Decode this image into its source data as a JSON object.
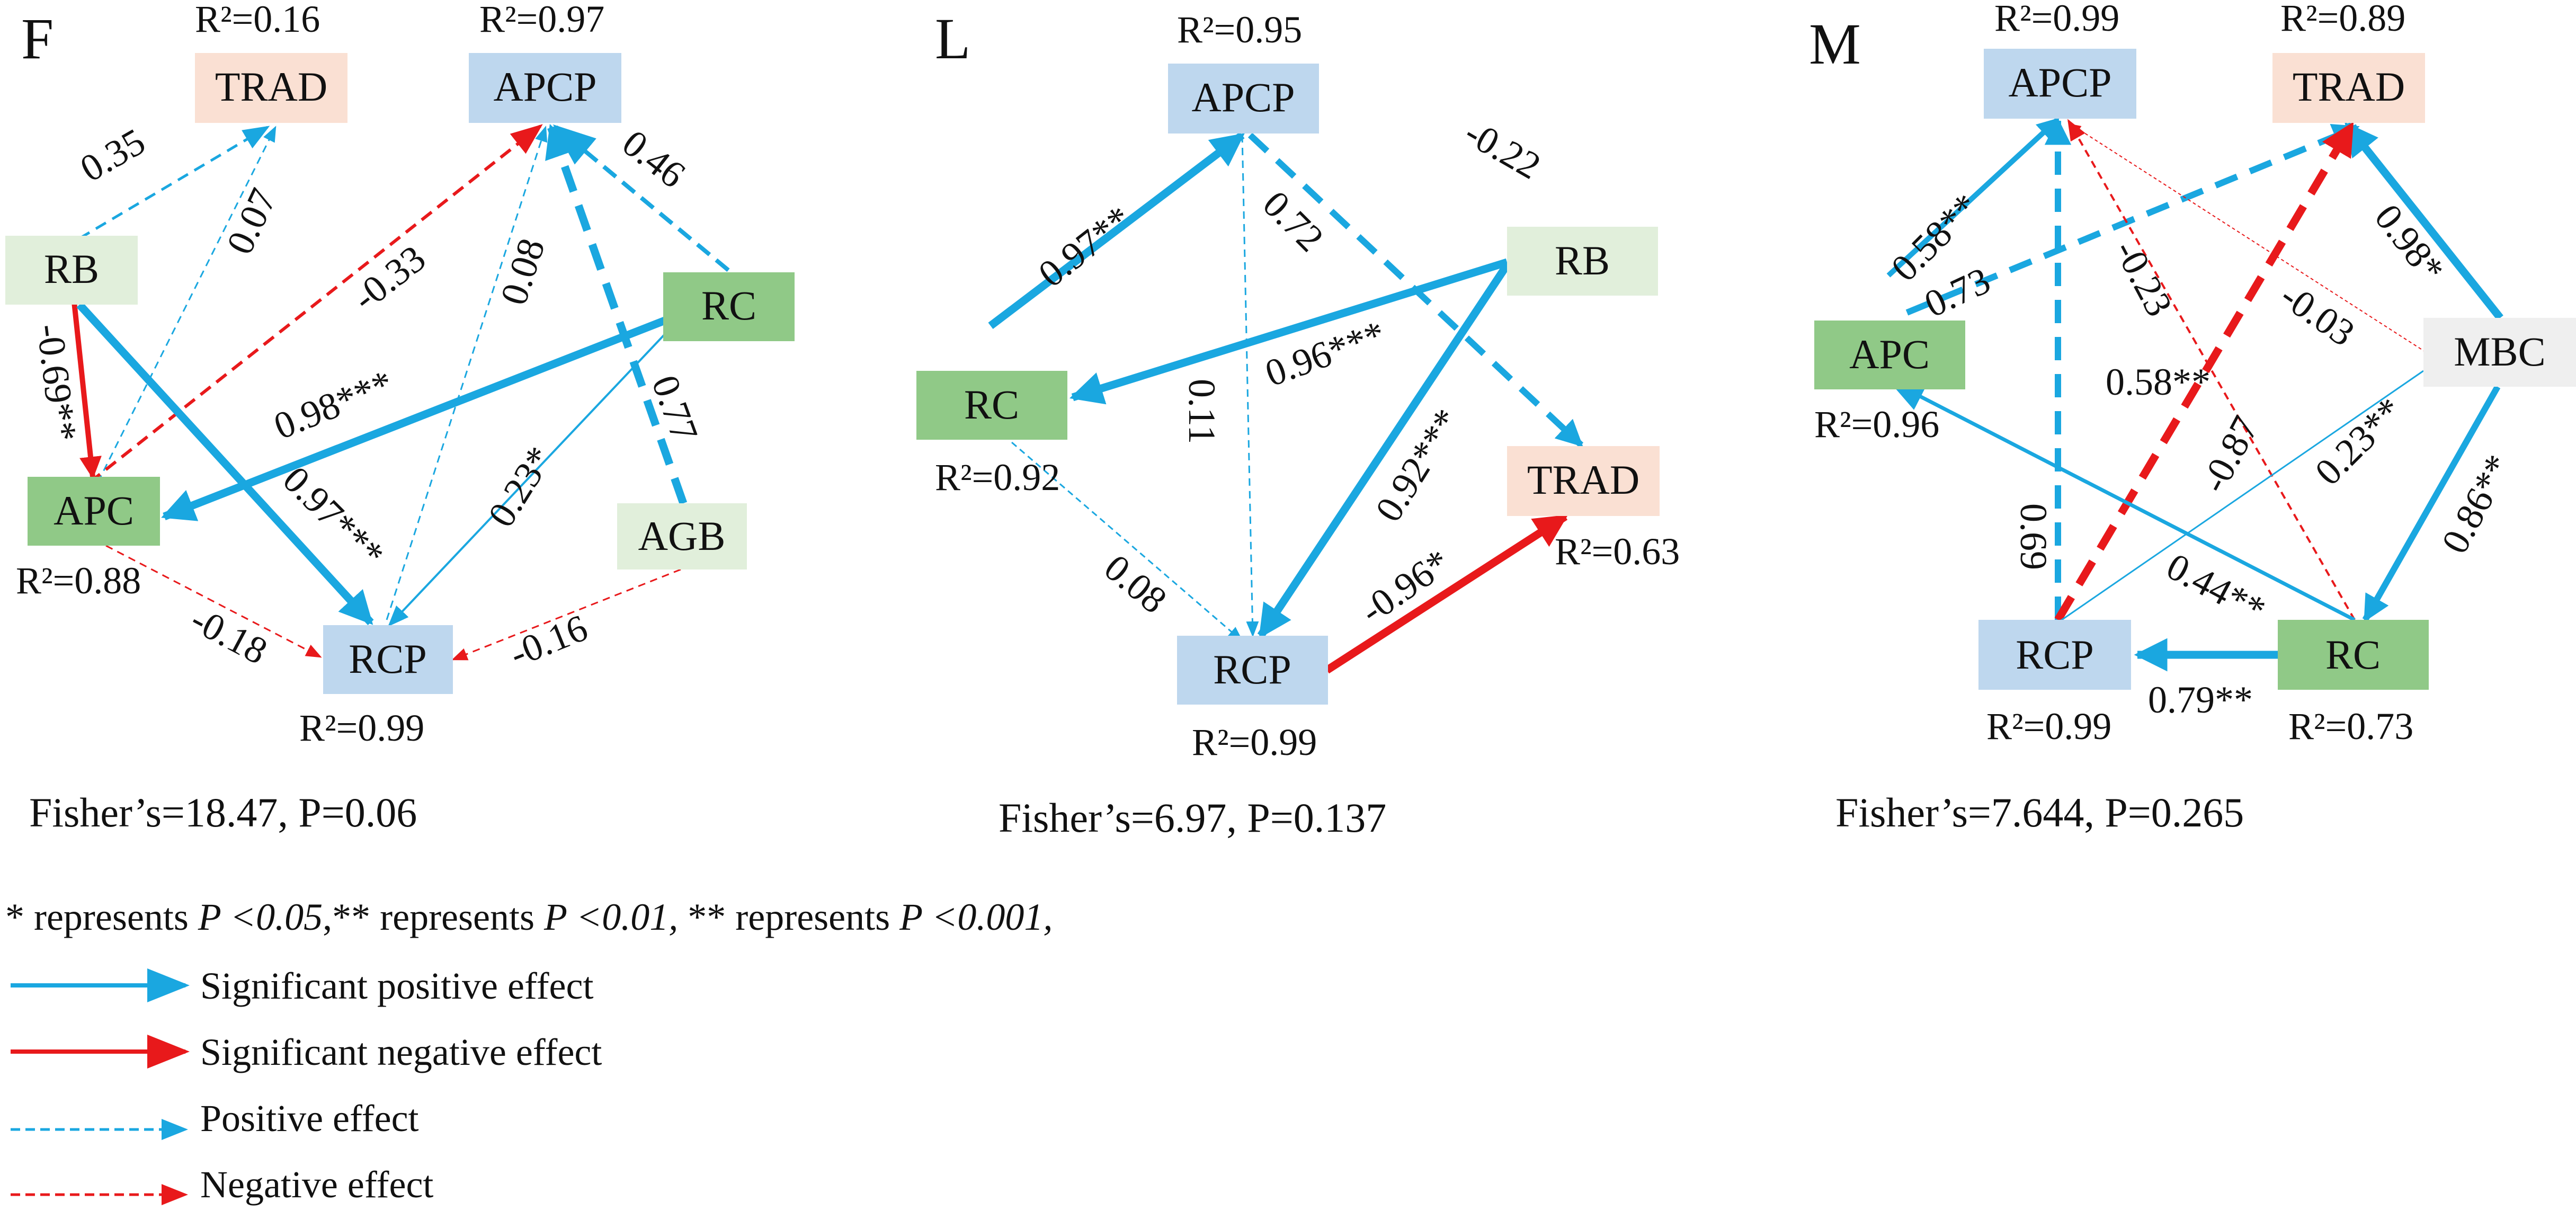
{
  "colors": {
    "pos": "#1aa7e0",
    "neg": "#e8191b",
    "green_dark": "#90c987",
    "green_light": "#e1efdb",
    "blue_light": "#bed7ee",
    "peach": "#fae0d3",
    "gray": "#efefef"
  },
  "panels": [
    {
      "letter": "F",
      "fisher": "Fisher’s=18.47, P=0.06",
      "nodes": [
        {
          "id": "TRAD",
          "label": "TRAD"
        },
        {
          "id": "APCP",
          "label": "APCP"
        },
        {
          "id": "RB",
          "label": "RB"
        },
        {
          "id": "RC",
          "label": "RC"
        },
        {
          "id": "APC",
          "label": "APC"
        },
        {
          "id": "AGB",
          "label": "AGB"
        },
        {
          "id": "RCP",
          "label": "RCP"
        }
      ],
      "r2": [
        "R²=0.16",
        "R²=0.97",
        "R²=0.88",
        "R²=0.99"
      ],
      "coefficients": [
        "0.35",
        "0.07",
        "-0.33",
        "0.08",
        "0.46",
        "-0.69**",
        "0.98***",
        "0.77",
        "0.97***",
        "0.23*",
        "-0.18",
        "-0.16"
      ]
    },
    {
      "letter": "L",
      "fisher": "Fisher’s=6.97, P=0.137",
      "nodes": [
        {
          "id": "APCP",
          "label": "APCP"
        },
        {
          "id": "RB",
          "label": "RB"
        },
        {
          "id": "RC",
          "label": "RC"
        },
        {
          "id": "TRAD",
          "label": "TRAD"
        },
        {
          "id": "RCP",
          "label": "RCP"
        }
      ],
      "r2": [
        "R²=0.95",
        "R²=0.92",
        "R²=0.63",
        "R²=0.99"
      ],
      "coefficients": [
        "-0.22",
        "0.97**",
        "0.72",
        "0.96***",
        "0.11",
        "0.92***",
        "0.08",
        "-0.96*"
      ]
    },
    {
      "letter": "M",
      "fisher": "Fisher’s=7.644, P=0.265",
      "nodes": [
        {
          "id": "APCP",
          "label": "APCP"
        },
        {
          "id": "TRAD",
          "label": "TRAD"
        },
        {
          "id": "APC",
          "label": "APC"
        },
        {
          "id": "MBC",
          "label": "MBC"
        },
        {
          "id": "RCP",
          "label": "RCP"
        },
        {
          "id": "RC",
          "label": "RC"
        }
      ],
      "r2": [
        "R²=0.99",
        "R²=0.89",
        "R²=0.96",
        "R²=0.99",
        "R²=0.73"
      ],
      "coefficients": [
        "0.58**",
        "0.73",
        "-0.23",
        "-0.03",
        "0.98*",
        "0.58**",
        "0.69",
        "-0.87",
        "0.23**",
        "0.86**",
        "0.44**",
        "0.79**"
      ]
    }
  ],
  "note": {
    "part1": "* represents ",
    "p1": "P <0.05",
    "part2": ",** represents ",
    "p2": "P <0.01,",
    "part3": " ** represents ",
    "p3": "P <0.001,"
  },
  "legend": [
    {
      "label": "Significant positive effect",
      "style": "solid",
      "color": "pos"
    },
    {
      "label": "Significant negative effect",
      "style": "solid",
      "color": "neg"
    },
    {
      "label": "Positive effect",
      "style": "dashed",
      "color": "pos"
    },
    {
      "label": "Negative effect",
      "style": "dashed",
      "color": "neg"
    }
  ]
}
